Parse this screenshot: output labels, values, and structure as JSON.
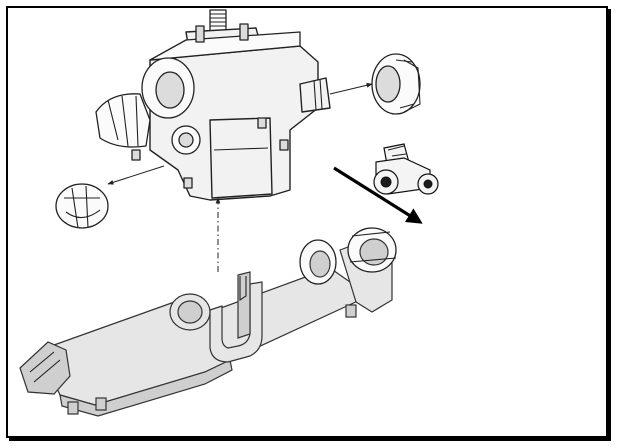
{
  "figure": {
    "description_free": true,
    "colors": {
      "line": "#222222",
      "fill_light": "#f2f2f2",
      "fill_manifold": "#e6e6e6",
      "frame": "#000000"
    },
    "icons": [
      "valve-body",
      "left-cap-knob",
      "bottom-left-cap-knob",
      "right-dial-knob",
      "manifold-base",
      "tractor-icon",
      "direction-arrow",
      "assembly-guide-line"
    ]
  }
}
